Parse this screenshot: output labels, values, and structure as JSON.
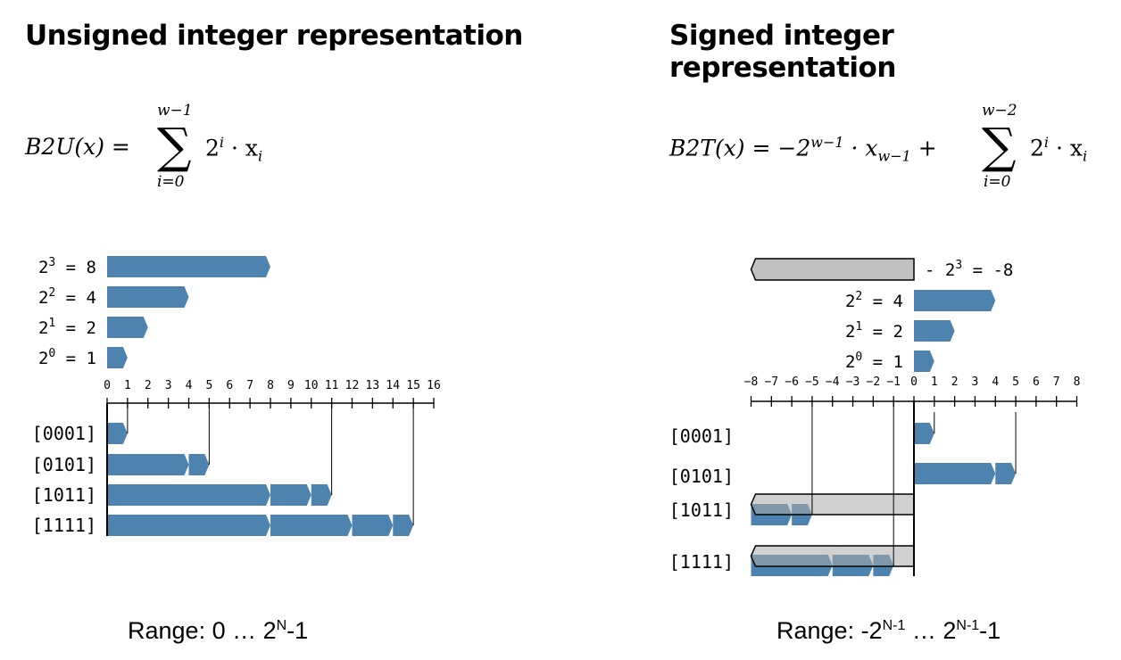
{
  "colors": {
    "bit_fill": "#4e83b0",
    "negative_fill": "#c0c0c0",
    "negative_overlay_fill": "#a9a9a9",
    "line": "#000000"
  },
  "left": {
    "title": "Unsigned integer representation",
    "formula": {
      "lhs": "B2U(x) =",
      "sum_top": "w−1",
      "sum_bottom": "i=0",
      "term_base": "2",
      "term_exp": "i",
      "term_rest": "· x",
      "term_sub": "i"
    },
    "weights": [
      {
        "base": "2",
        "exp": "3",
        "eq": "= 8",
        "value": 8
      },
      {
        "base": "2",
        "exp": "2",
        "eq": "= 4",
        "value": 4
      },
      {
        "base": "2",
        "exp": "1",
        "eq": "= 2",
        "value": 2
      },
      {
        "base": "2",
        "exp": "0",
        "eq": "= 1",
        "value": 1
      }
    ],
    "axis": {
      "min": 0,
      "max": 16,
      "ticks": [
        "0",
        "1",
        "2",
        "3",
        "4",
        "5",
        "6",
        "7",
        "8",
        "9",
        "10",
        "11",
        "12",
        "13",
        "14",
        "15",
        "16"
      ]
    },
    "rows": [
      {
        "label": "[0001]",
        "segments": [
          1
        ],
        "value": 1
      },
      {
        "label": "[0101]",
        "segments": [
          4,
          1
        ],
        "value": 5
      },
      {
        "label": "[1011]",
        "segments": [
          8,
          2,
          1
        ],
        "value": 11
      },
      {
        "label": "[1111]",
        "segments": [
          8,
          4,
          2,
          1
        ],
        "value": 15
      }
    ],
    "range": {
      "prefix": "Range: 0 … 2",
      "exp": "N",
      "suffix": "-1"
    }
  },
  "right": {
    "title": "Signed integer representation",
    "formula": {
      "lhs": "B2T(x) = −2",
      "lhs_exp": "w−1",
      "mid": "· x",
      "mid_sub": "w−1",
      "plus": "+",
      "sum_top": "w−2",
      "sum_bottom": "i=0",
      "term_base": "2",
      "term_exp": "i",
      "term_rest": "· x",
      "term_sub": "i"
    },
    "negative_weight": {
      "prefix": "- ",
      "base": "2",
      "exp": "3",
      "eq": "= -8",
      "value": -8
    },
    "weights": [
      {
        "base": "2",
        "exp": "2",
        "eq": "= 4",
        "value": 4
      },
      {
        "base": "2",
        "exp": "1",
        "eq": "= 2",
        "value": 2
      },
      {
        "base": "2",
        "exp": "0",
        "eq": "= 1",
        "value": 1
      }
    ],
    "axis": {
      "min": -8,
      "max": 8,
      "ticks": [
        "−8",
        "−7",
        "−6",
        "−5",
        "−4",
        "−3",
        "−2",
        "−1",
        "0",
        "1",
        "2",
        "3",
        "4",
        "5",
        "6",
        "7",
        "8"
      ]
    },
    "rows": [
      {
        "label": "[0001]",
        "negative": false,
        "segments": [
          1
        ],
        "value": 1
      },
      {
        "label": "[0101]",
        "negative": false,
        "segments": [
          4,
          1
        ],
        "value": 5
      },
      {
        "label": "[1011]",
        "negative": true,
        "segments": [
          2,
          1
        ],
        "value": -5
      },
      {
        "label": "[1111]",
        "negative": true,
        "segments": [
          4,
          2,
          1
        ],
        "value": -1
      }
    ],
    "range": {
      "prefix": "Range: -2",
      "exp1": "N-1",
      "mid": " … 2",
      "exp2": "N-1",
      "suffix": "-1"
    }
  }
}
